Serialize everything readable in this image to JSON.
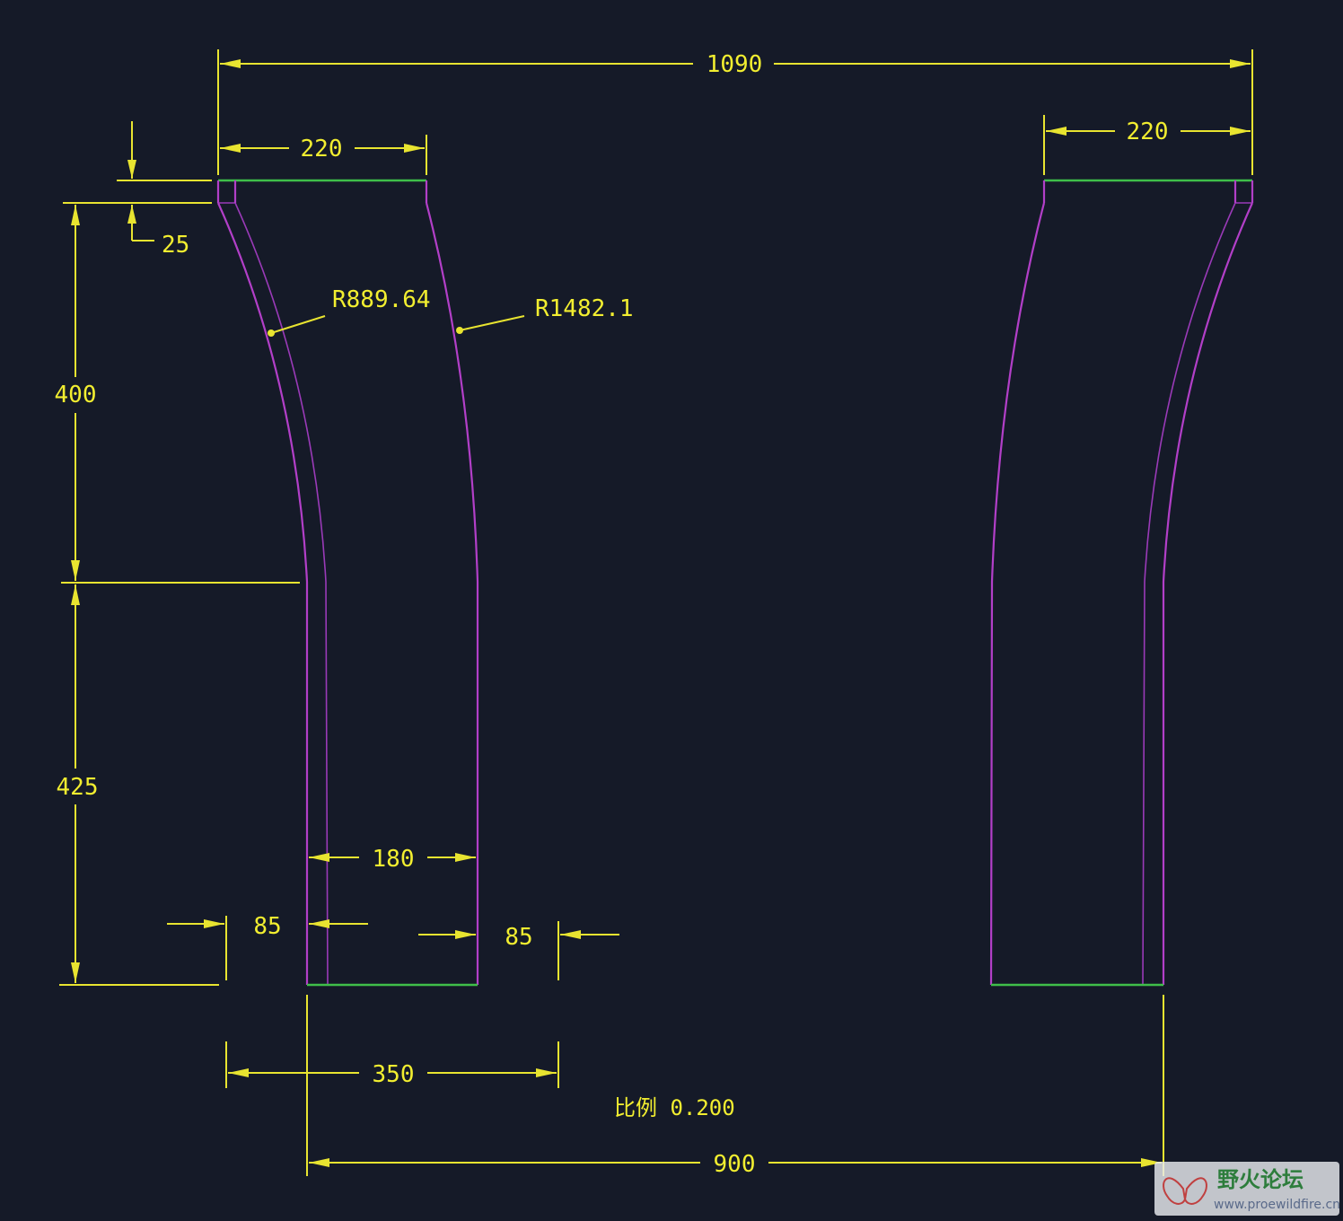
{
  "dimensions": {
    "overall_width": "1090",
    "left_top_width": "220",
    "right_top_width": "220",
    "top_thickness": "25",
    "upper_height": "400",
    "lower_height": "425",
    "inner_radius": "R889.64",
    "outer_radius": "R1482.1",
    "leg_bottom_width": "180",
    "left_offset": "85",
    "right_offset": "85",
    "base_width": "350",
    "leg_spacing": "900"
  },
  "scale": {
    "label": "比例 0.200"
  },
  "colors": {
    "background": "#151a28",
    "dimension": "#e8e430",
    "profile_edge": "#b23fc8",
    "face_edge": "#3fbf4a"
  },
  "watermark": {
    "title": "野火论坛",
    "url": "www.proewildfire.cn",
    "icon": "butterfly-logo-icon"
  }
}
